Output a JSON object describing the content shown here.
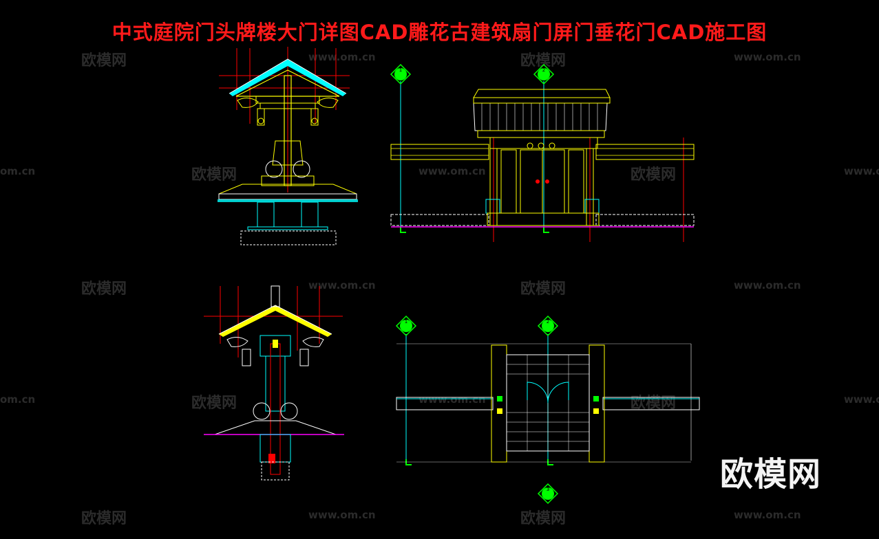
{
  "title": "中式庭院门头牌楼大门详图CAD雕花古建筑扇门屏门垂花门CAD施工图",
  "watermark": {
    "cn": "欧模网",
    "url": "www.om.cn",
    "url_partial": "om.cn"
  },
  "logo": "欧模网",
  "axis_marks": {
    "top_left": "1",
    "top_right": "2",
    "bottom_left": "1",
    "bottom_right": "2",
    "bottom_section": "3"
  },
  "colors": {
    "background": "#000000",
    "title": "#ff1a1a",
    "cad_yellow": "#ffff00",
    "cad_cyan": "#00ffff",
    "cad_red": "#ff0000",
    "cad_green": "#00ff00",
    "cad_magenta": "#ff00ff",
    "cad_white": "#ffffff",
    "watermark": "#2b2b2b"
  }
}
